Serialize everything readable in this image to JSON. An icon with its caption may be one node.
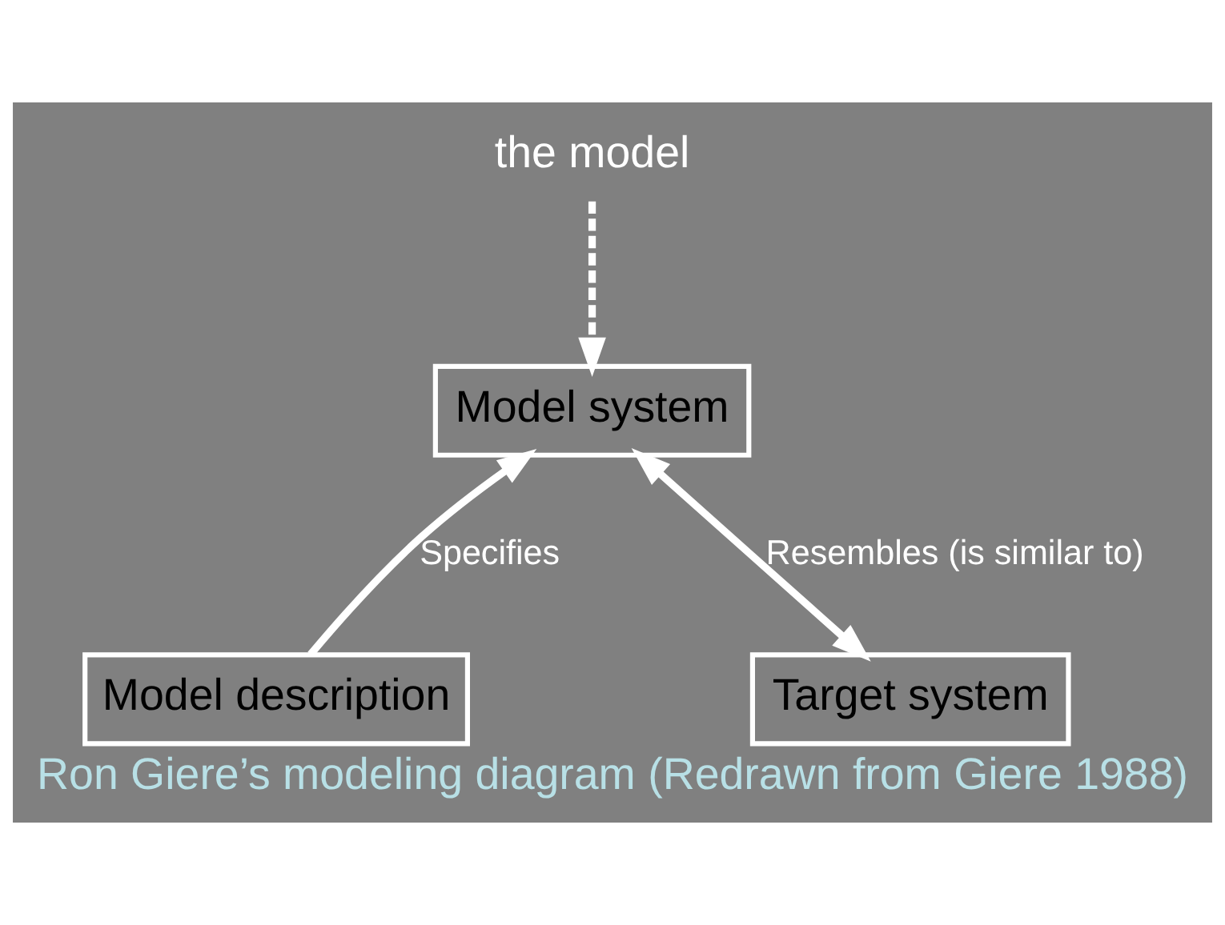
{
  "diagram": {
    "caption": "Ron Giere’s modeling diagram (Redrawn from Giere 1988)",
    "nodes": [
      {
        "text": [
          "the model"
        ]
      },
      {
        "text": [
          "Model system"
        ]
      },
      {
        "text": [
          "Model description"
        ]
      },
      {
        "text": [
          "Target system"
        ]
      }
    ],
    "edges": [
      {
        "from": 0,
        "to": 1,
        "arrow": "to",
        "style": "dashed"
      },
      {
        "from": 2,
        "to": 1,
        "arrow": "to",
        "label": "Specifies"
      },
      {
        "from": 1,
        "to": 3,
        "arrow": "both",
        "label": "Resembles (is similar to)"
      }
    ]
  }
}
